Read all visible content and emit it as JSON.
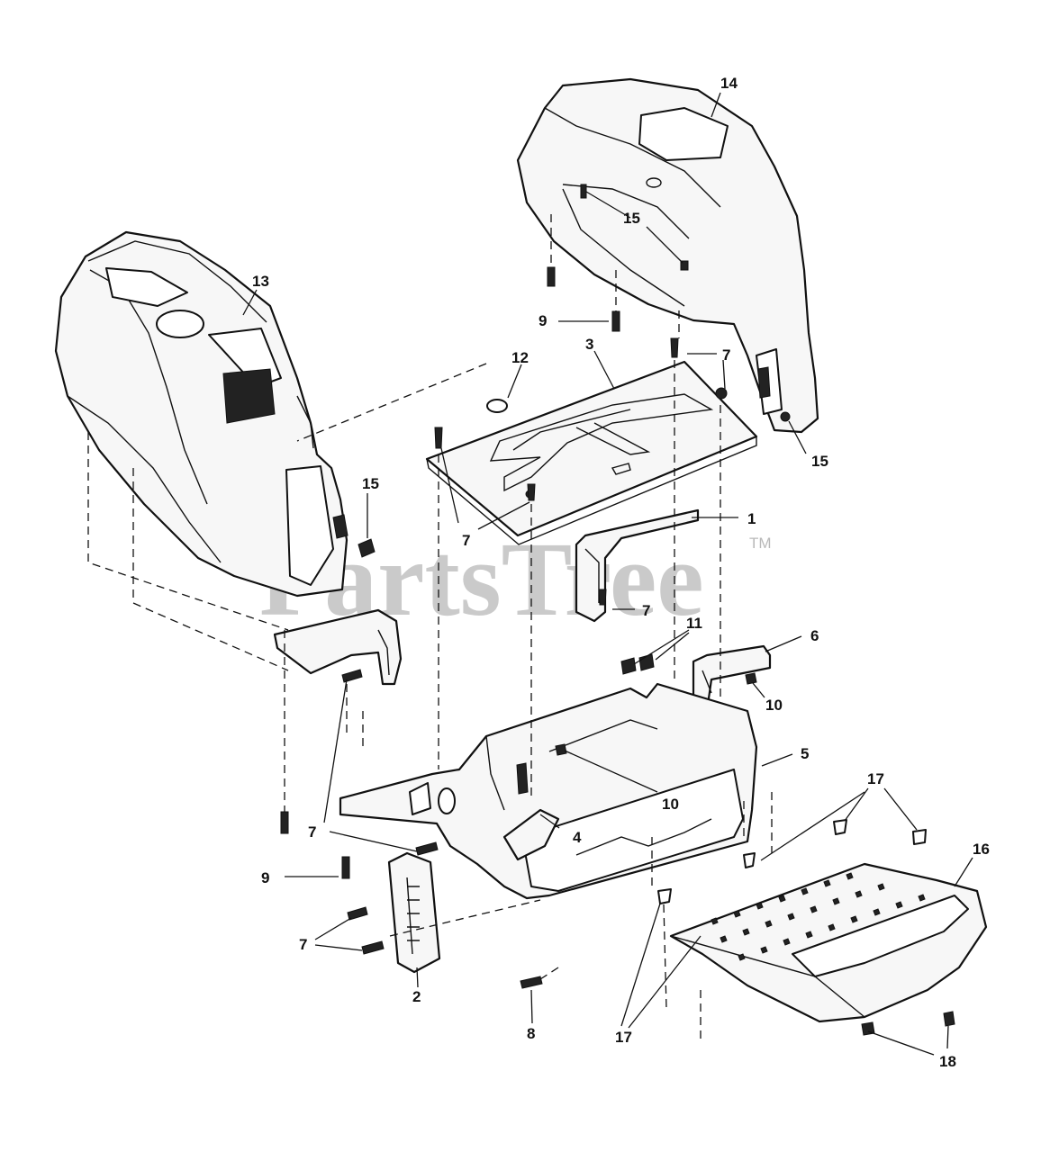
{
  "diagram": {
    "watermark": "PartsTree",
    "trademark": "TM",
    "callouts": [
      {
        "id": "c14a",
        "label": "14"
      },
      {
        "id": "c13",
        "label": "13"
      },
      {
        "id": "c15a",
        "label": "15"
      },
      {
        "id": "c15b",
        "label": "15"
      },
      {
        "id": "c15c",
        "label": "15"
      },
      {
        "id": "c9a",
        "label": "9"
      },
      {
        "id": "c12",
        "label": "12"
      },
      {
        "id": "c3",
        "label": "3"
      },
      {
        "id": "c7a",
        "label": "7"
      },
      {
        "id": "c7b",
        "label": "7"
      },
      {
        "id": "c1",
        "label": "1"
      },
      {
        "id": "c7c",
        "label": "7"
      },
      {
        "id": "c11",
        "label": "11"
      },
      {
        "id": "c6",
        "label": "6"
      },
      {
        "id": "c10a",
        "label": "10"
      },
      {
        "id": "c5",
        "label": "5"
      },
      {
        "id": "c10b",
        "label": "10"
      },
      {
        "id": "c17a",
        "label": "17"
      },
      {
        "id": "c16",
        "label": "16"
      },
      {
        "id": "c7d",
        "label": "7"
      },
      {
        "id": "c4",
        "label": "4"
      },
      {
        "id": "c9b",
        "label": "9"
      },
      {
        "id": "c7e",
        "label": "7"
      },
      {
        "id": "c2",
        "label": "2"
      },
      {
        "id": "c8",
        "label": "8"
      },
      {
        "id": "c17b",
        "label": "17"
      },
      {
        "id": "c18",
        "label": "18"
      }
    ]
  }
}
